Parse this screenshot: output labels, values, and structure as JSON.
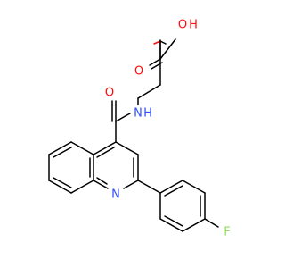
{
  "molecule": {
    "atoms": {
      "oh_oxygen": "O",
      "oh_hydrogen": "H",
      "carbonyl_oxygen_acid": "O",
      "carbonyl_oxygen_amide": "O",
      "amide_nitrogen": "N",
      "amide_hydrogen": "H",
      "ring_nitrogen": "N",
      "fluorine": "F"
    },
    "colors": {
      "bond": "#000000",
      "oxygen": "#ff0d0d",
      "nitrogen": "#3050f8",
      "fluorine": "#90e050"
    }
  }
}
